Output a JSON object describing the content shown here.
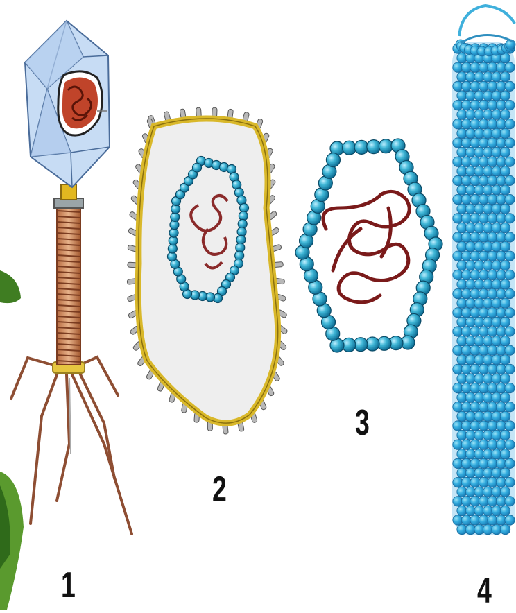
{
  "figure": {
    "labels": [
      "1",
      "2",
      "3",
      "4"
    ],
    "colors": {
      "capsomere_blue": "#3fb6d6",
      "capsid_blue": "#b9d6f2",
      "envelope_yellow": "#f0d23c",
      "nucleic_acid_red": "#8a2a1a",
      "tail_brown": "#9a5a3a",
      "background_leaf_green": "#4a8a2a"
    }
  }
}
